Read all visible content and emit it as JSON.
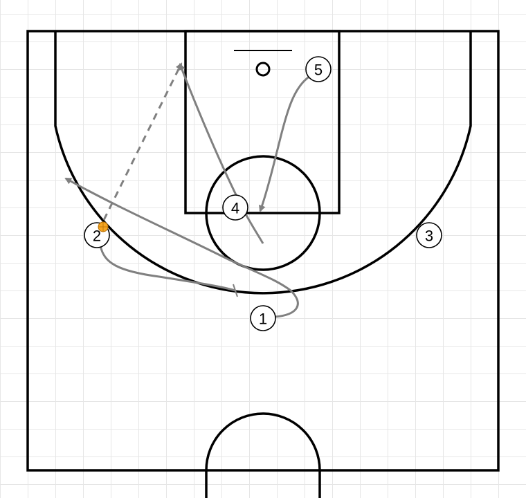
{
  "colors": {
    "court_line": "#000000",
    "grid": "#e6e6e6",
    "movement": "#808080",
    "ball": "#f5a623"
  },
  "players": [
    {
      "label": "1"
    },
    {
      "label": "2"
    },
    {
      "label": "3"
    },
    {
      "label": "4"
    },
    {
      "label": "5"
    }
  ]
}
